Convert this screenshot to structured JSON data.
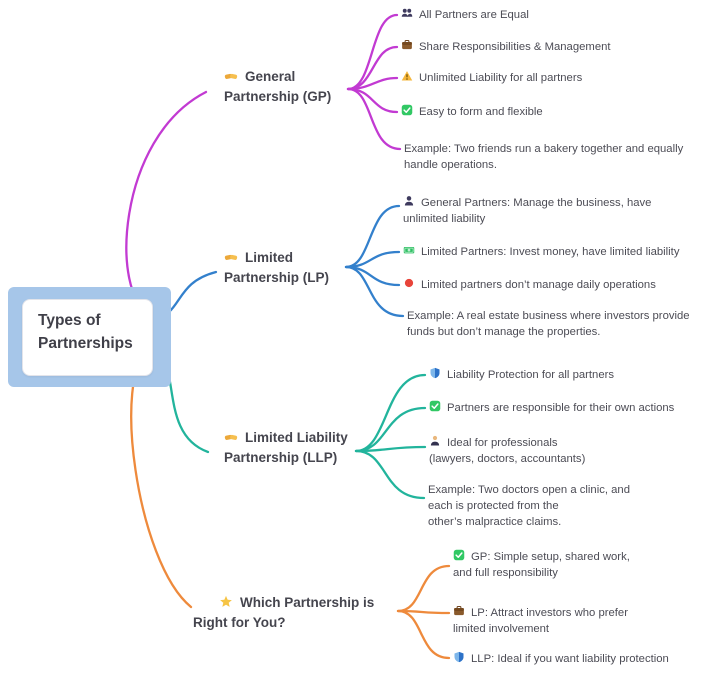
{
  "root": {
    "label": "Types of\nPartnerships"
  },
  "branches": [
    {
      "label": "General\nPartnership (GP)",
      "icon": "handshake-icon",
      "color": "#c23ad2",
      "children": [
        {
          "icon": "people-icon",
          "text": "All Partners are Equal"
        },
        {
          "icon": "briefcase-icon",
          "text": "Share Responsibilities & Management"
        },
        {
          "icon": "warning-icon",
          "text": "Unlimited Liability for all partners"
        },
        {
          "icon": "check-icon",
          "text": "Easy to form and flexible"
        },
        {
          "icon": null,
          "text": "Example: Two friends run a bakery together and equally\nhandle operations."
        }
      ]
    },
    {
      "label": "Limited\nPartnership (LP)",
      "icon": "handshake-icon",
      "color": "#3380cc",
      "children": [
        {
          "icon": "person-icon",
          "text": "General Partners: Manage the business, have\nunlimited liability"
        },
        {
          "icon": "money-icon",
          "text": "Limited Partners: Invest money, have limited liability"
        },
        {
          "icon": "red-dot-icon",
          "text": "Limited partners don’t manage daily operations"
        },
        {
          "icon": null,
          "text": "Example: A real estate business where investors provide\nfunds but don’t manage the properties."
        }
      ]
    },
    {
      "label": "Limited Liability\nPartnership (LLP)",
      "icon": "handshake-icon",
      "color": "#22b49c",
      "children": [
        {
          "icon": "shield-icon",
          "text": "Liability Protection for all partners"
        },
        {
          "icon": "check-icon",
          "text": "Partners are responsible for their own actions"
        },
        {
          "icon": "professional-icon",
          "text": "Ideal for professionals\n(lawyers, doctors, accountants)"
        },
        {
          "icon": null,
          "text": "Example: Two doctors open a clinic, and\neach is protected from the\nother’s malpractice claims."
        }
      ]
    },
    {
      "label": "Which Partnership is\nRight for You?",
      "icon": "star-icon",
      "color": "#ee8a3c",
      "children": [
        {
          "icon": "check-icon",
          "text": "GP: Simple setup, shared work,\nand full responsibility"
        },
        {
          "icon": "briefcase-icon",
          "text": "LP: Attract investors who prefer\nlimited involvement"
        },
        {
          "icon": "shield-icon",
          "text": "LLP: Ideal if you want liability protection"
        }
      ]
    }
  ]
}
